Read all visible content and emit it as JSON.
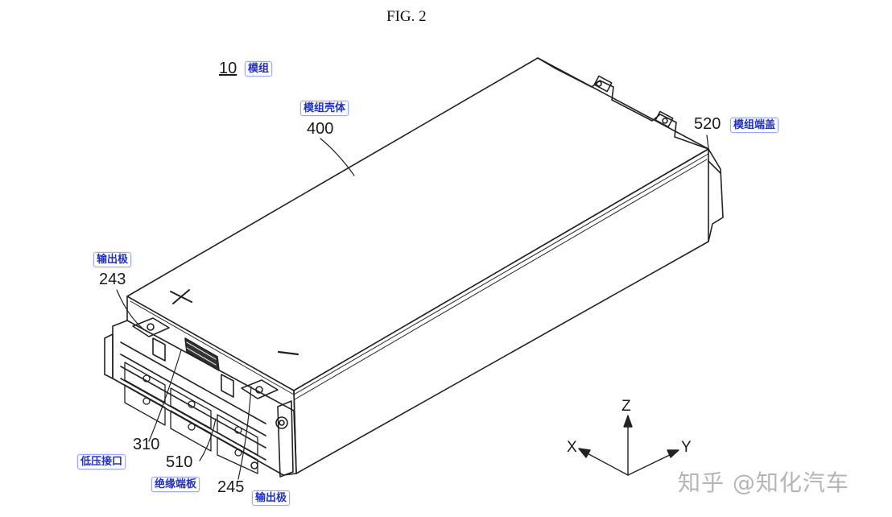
{
  "figure_title": "FIG. 2",
  "refs": {
    "module_num": "10",
    "housing_num": "400",
    "endplate_num": "520",
    "out_left_num": "243",
    "lowvolt_num": "310",
    "insul_num": "510",
    "out_right_num": "245"
  },
  "tags": {
    "module": "模组",
    "housing": "模组壳体",
    "endplate": "模组端盖",
    "out_left": "输出极",
    "lowvolt": "低压接口",
    "insul": "绝缘端板",
    "out_right": "输出极"
  },
  "axes": {
    "z": "Z",
    "x": "X",
    "y": "Y"
  },
  "watermark": "知乎 @知化汽车",
  "colors": {
    "line": "#222222",
    "tag_text": "#2030c0",
    "tag_border": "#9aa6ff"
  }
}
